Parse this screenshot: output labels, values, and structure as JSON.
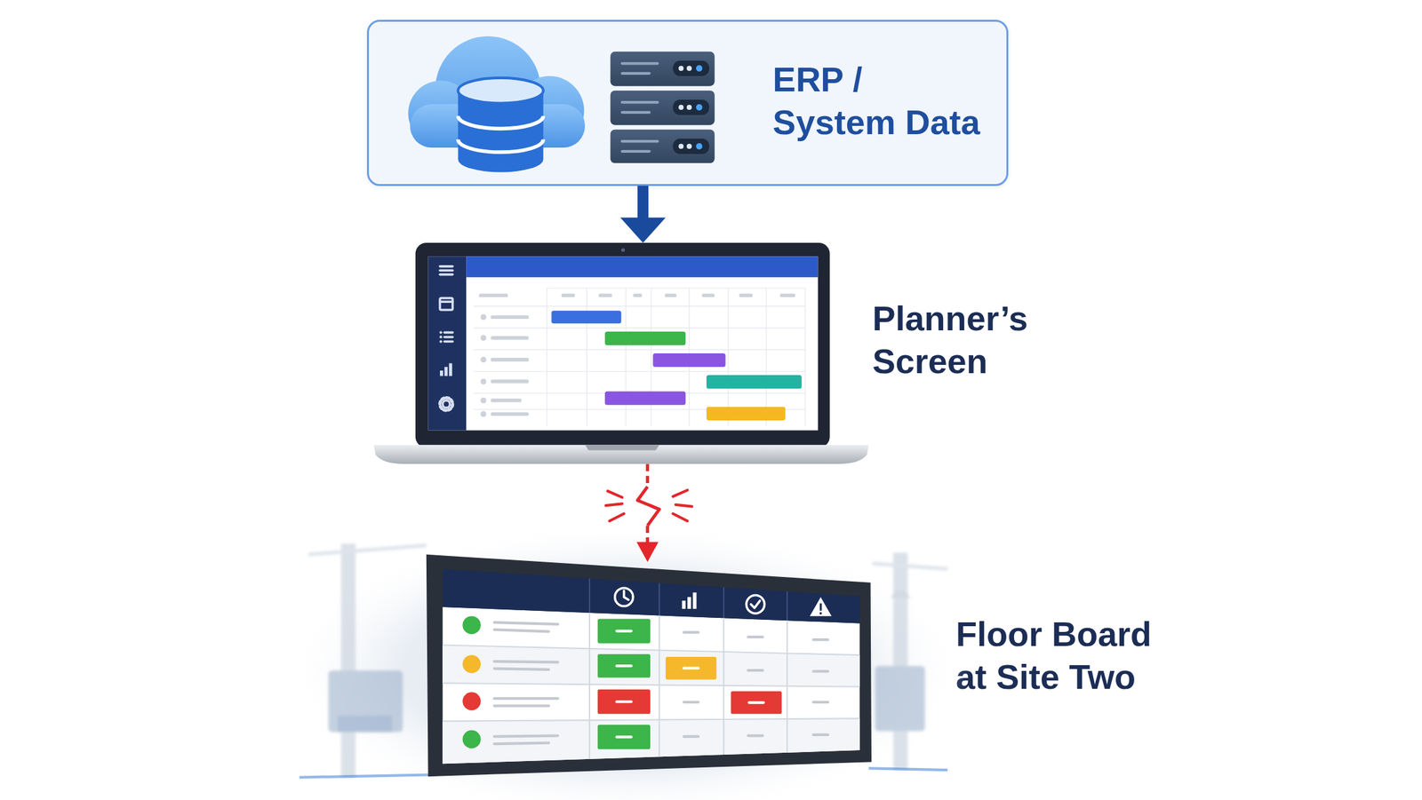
{
  "diagram": {
    "nodes": [
      {
        "text": [
          "ERP / System Data"
        ]
      },
      {
        "text": [
          "Planner’s Screen"
        ]
      },
      {
        "text": [
          "Floor Board at Site Two"
        ]
      }
    ],
    "edges": [
      {
        "from": 0,
        "to": 1,
        "arrow": "to"
      },
      {
        "from": 1,
        "to": 2,
        "arrow": "to"
      }
    ]
  }
}
